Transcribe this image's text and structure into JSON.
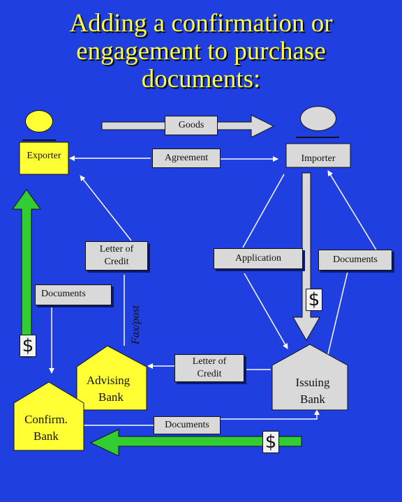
{
  "title": {
    "line1": "Adding a confirmation or",
    "line2": "engagement to purchase",
    "line3": "documents:"
  },
  "actors": {
    "exporter": "Exporter",
    "importer": "Importer",
    "advising_bank_line1": "Advising",
    "advising_bank_line2": "Bank",
    "issuing_bank_line1": "Issuing",
    "issuing_bank_line2": "Bank",
    "confirm_bank_line1": "Confirm.",
    "confirm_bank_line2": "Bank"
  },
  "labels": {
    "goods": "Goods",
    "agreement": "Agreement",
    "application": "Application",
    "documents_right": "Documents",
    "documents_left": "Documents",
    "documents_bottom": "Documents",
    "loc_upper_line1": "Letter of",
    "loc_upper_line2": "Credit",
    "loc_lower_line1": "Letter of",
    "loc_lower_line2": "Credit",
    "fax_post": "Fax/post"
  },
  "money": {
    "symbol_left": "$",
    "symbol_right": "$",
    "symbol_bottom": "$"
  },
  "colors": {
    "background": "#1f3fe0",
    "title": "#ffff33",
    "exporter_fill": "#ffff33",
    "importer_fill": "#d9d9d9",
    "green_arrow": "#33cc33",
    "grey_arrow": "#cccccc"
  }
}
